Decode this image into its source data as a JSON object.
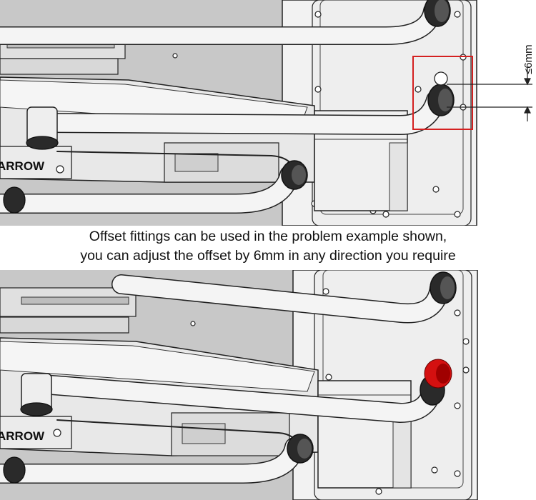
{
  "caption": {
    "line1": "Offset fittings can be used in the problem example shown,",
    "line2": "you can adjust the offset by 6mm in any direction you require"
  },
  "top_panel": {
    "brand_label": "ARROW",
    "dimension_label": "≤6mm",
    "highlight_color": "#d42020"
  },
  "bottom_panel": {
    "brand_label": "ARROW",
    "offset_fitting_color": "#d41010"
  },
  "colors": {
    "line": "#222222",
    "board": "#c8c8c8",
    "metal": "#e6e6e6",
    "tube": "#f4f4f4",
    "fitting": "#2a2a2a"
  }
}
